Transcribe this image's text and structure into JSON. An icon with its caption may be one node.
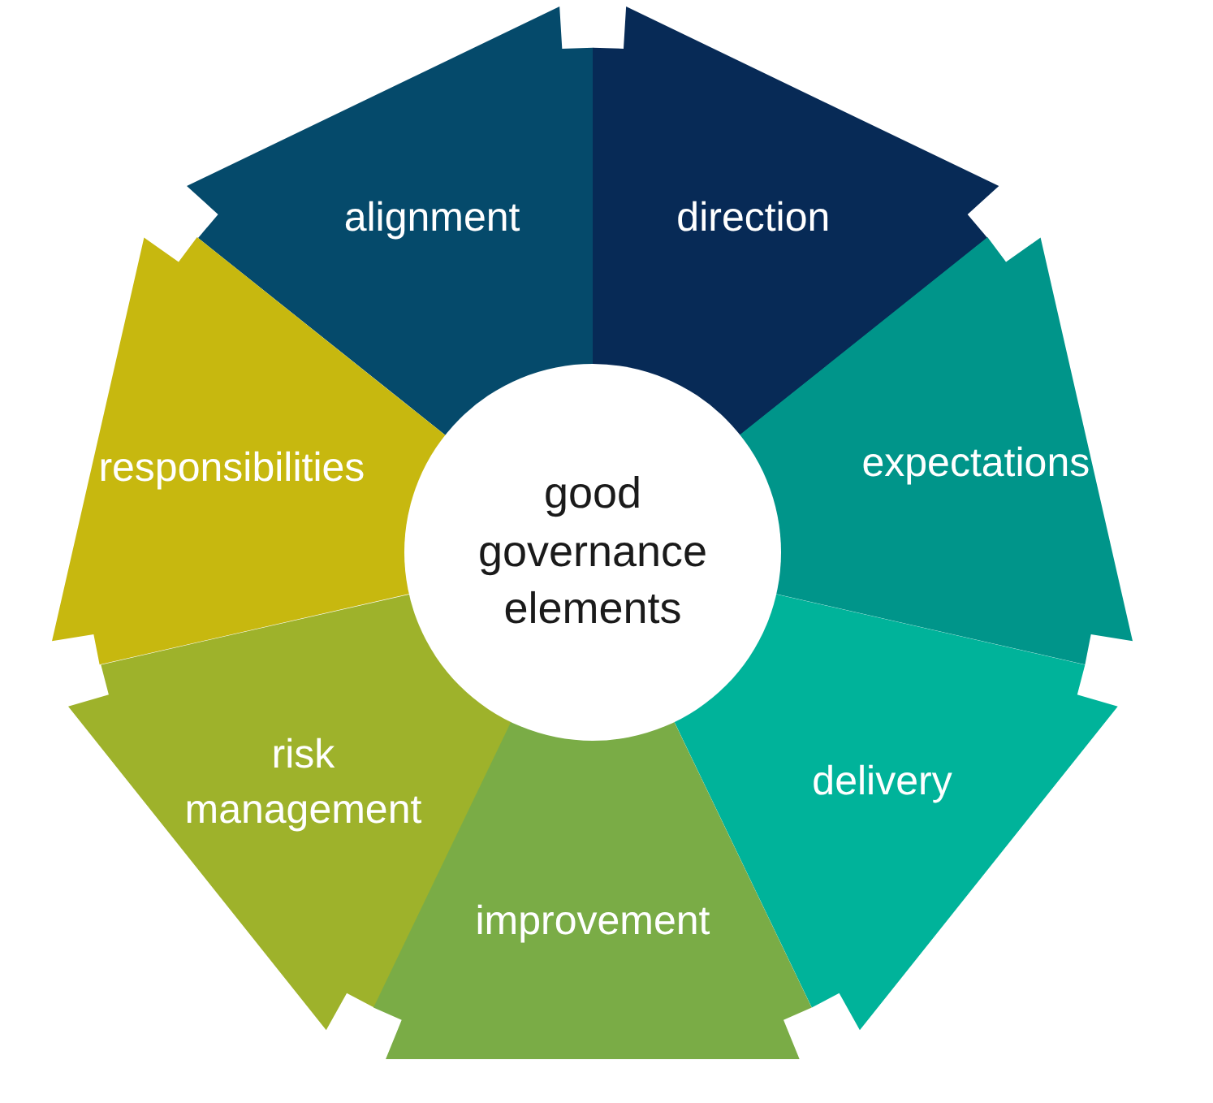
{
  "diagram": {
    "nodes": [
      {
        "text": [
          "alignment"
        ]
      },
      {
        "text": [
          "direction"
        ]
      },
      {
        "text": [
          "responsibilities"
        ]
      },
      {
        "text": [
          "good governance elements"
        ]
      },
      {
        "text": [
          "expectations"
        ]
      },
      {
        "text": [
          "risk management"
        ]
      },
      {
        "text": [
          "delivery"
        ]
      },
      {
        "text": [
          "improvement"
        ]
      }
    ]
  }
}
